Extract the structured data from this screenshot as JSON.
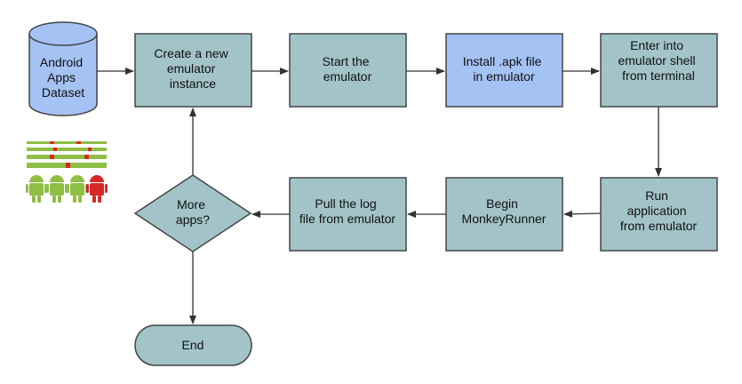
{
  "nodes": {
    "dataset": {
      "lines": [
        "Android",
        "Apps",
        "Dataset"
      ]
    },
    "create_emulator": {
      "lines": [
        "Create a new",
        "emulator",
        "instance"
      ]
    },
    "start_emulator": {
      "lines": [
        "Start the",
        "emulator"
      ]
    },
    "install_apk": {
      "lines": [
        "Install .apk file",
        "in emulator"
      ]
    },
    "enter_shell": {
      "lines": [
        "Enter into",
        "emulator shell",
        "from terminal"
      ]
    },
    "run_application": {
      "lines": [
        "Run",
        "application",
        "from emulator"
      ]
    },
    "begin_monkeyrunner": {
      "lines": [
        "Begin",
        "MonkeyRunner"
      ]
    },
    "pull_log": {
      "lines": [
        "Pull the log",
        "file from emulator"
      ]
    },
    "more_apps": {
      "lines": [
        "More",
        "apps?"
      ]
    },
    "end": {
      "lines": [
        "End"
      ]
    }
  },
  "colors": {
    "process_fill": "#a2c4c9",
    "highlight_fill": "#a4c2f4",
    "stroke": "#444444",
    "arrow": "#333333",
    "android_green": "#8fbe45",
    "android_red": "#d62828"
  }
}
